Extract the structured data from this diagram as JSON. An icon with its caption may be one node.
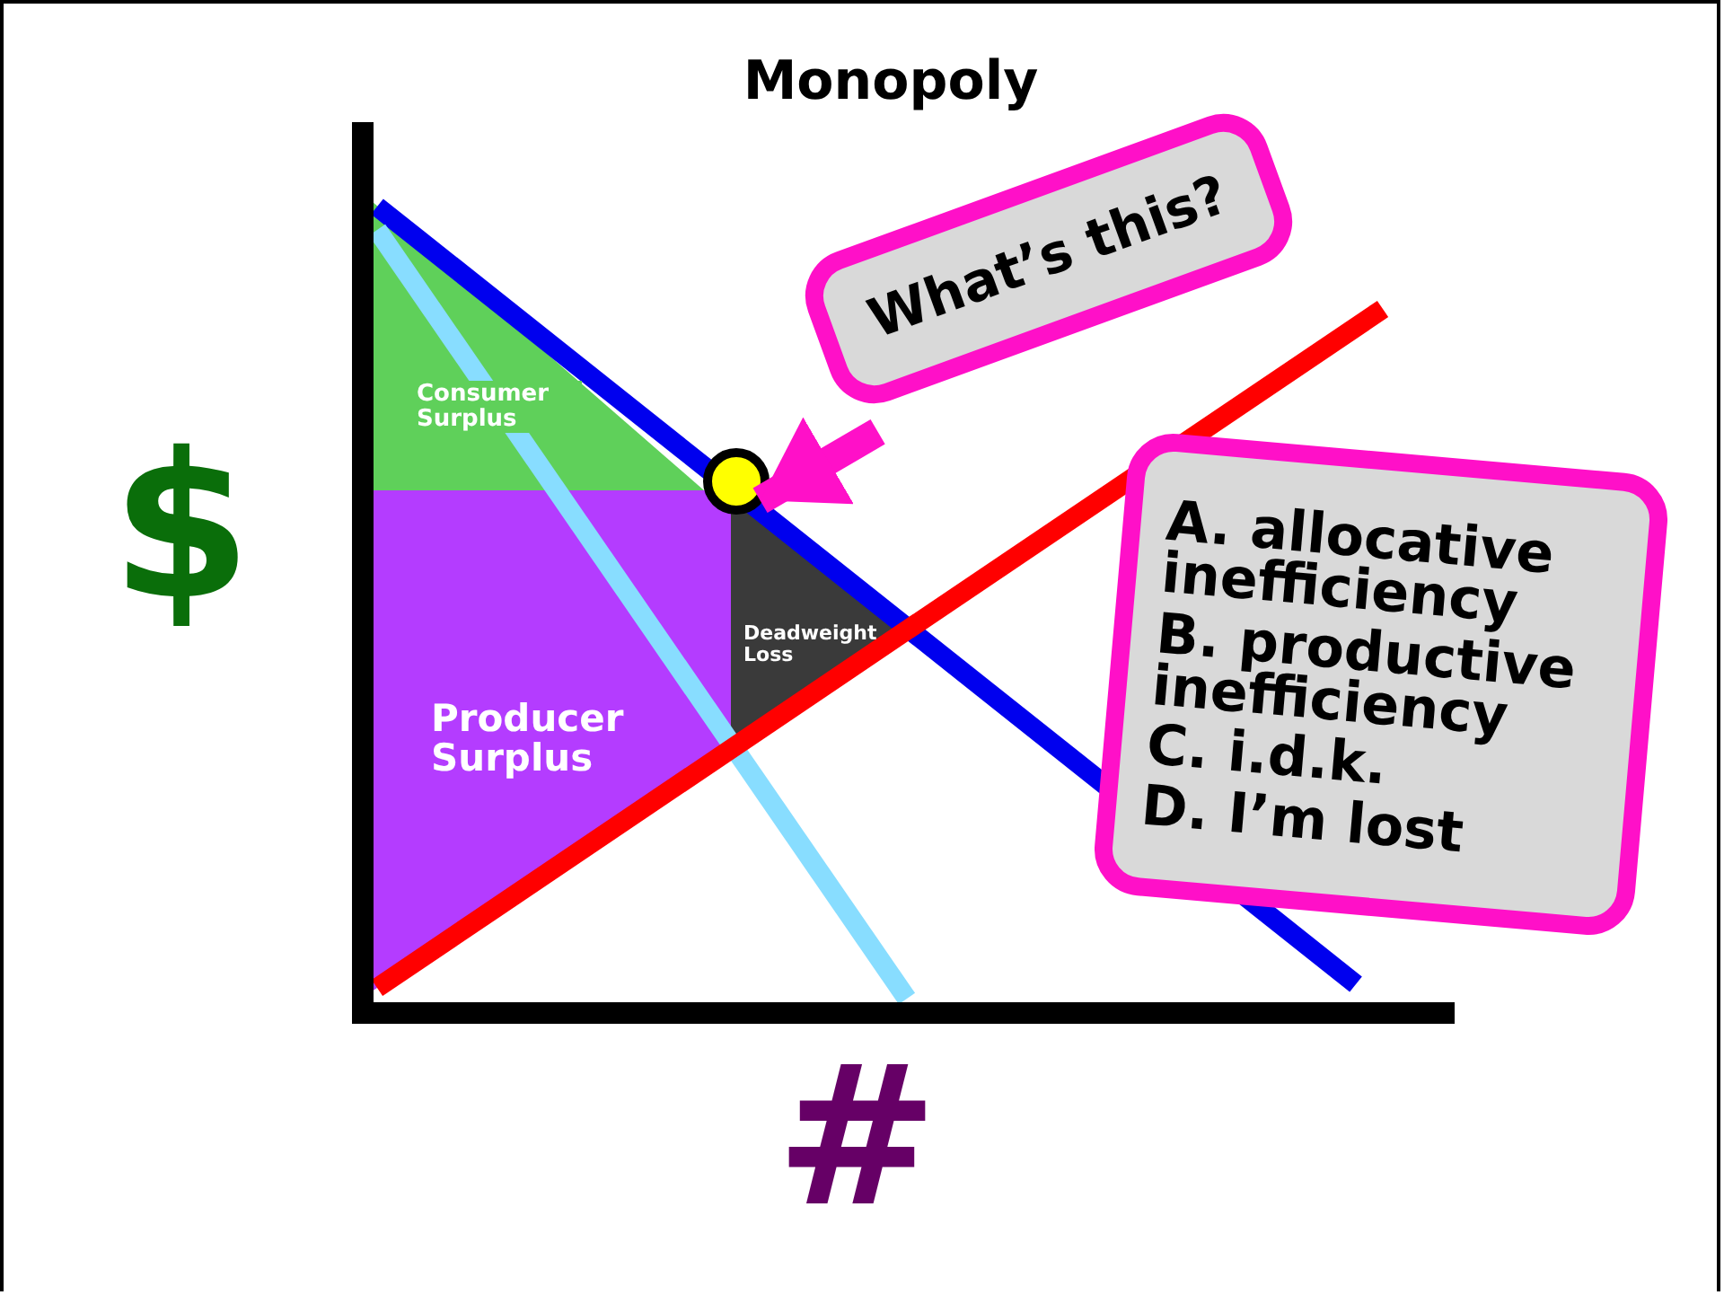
{
  "diagram": {
    "title": "Monopoly",
    "nodes": [
      {
        "text": [
          "What’s this?"
        ]
      },
      {
        "text": [],
        "shape": "circle"
      },
      {
        "text": [
          "A. allocative inefficiency",
          "B. productive inefficiency",
          "C. i.d.k.",
          "D. I’m lost"
        ]
      },
      {
        "text": [
          "Consumer Surplus"
        ]
      },
      {
        "text": [
          "Producer Surplus"
        ]
      },
      {
        "text": [
          "Deadweight Loss"
        ]
      }
    ],
    "edges": [
      {
        "from": 0,
        "to": 1,
        "arrow": "to"
      }
    ],
    "labels": [
      "$",
      "#"
    ]
  }
}
